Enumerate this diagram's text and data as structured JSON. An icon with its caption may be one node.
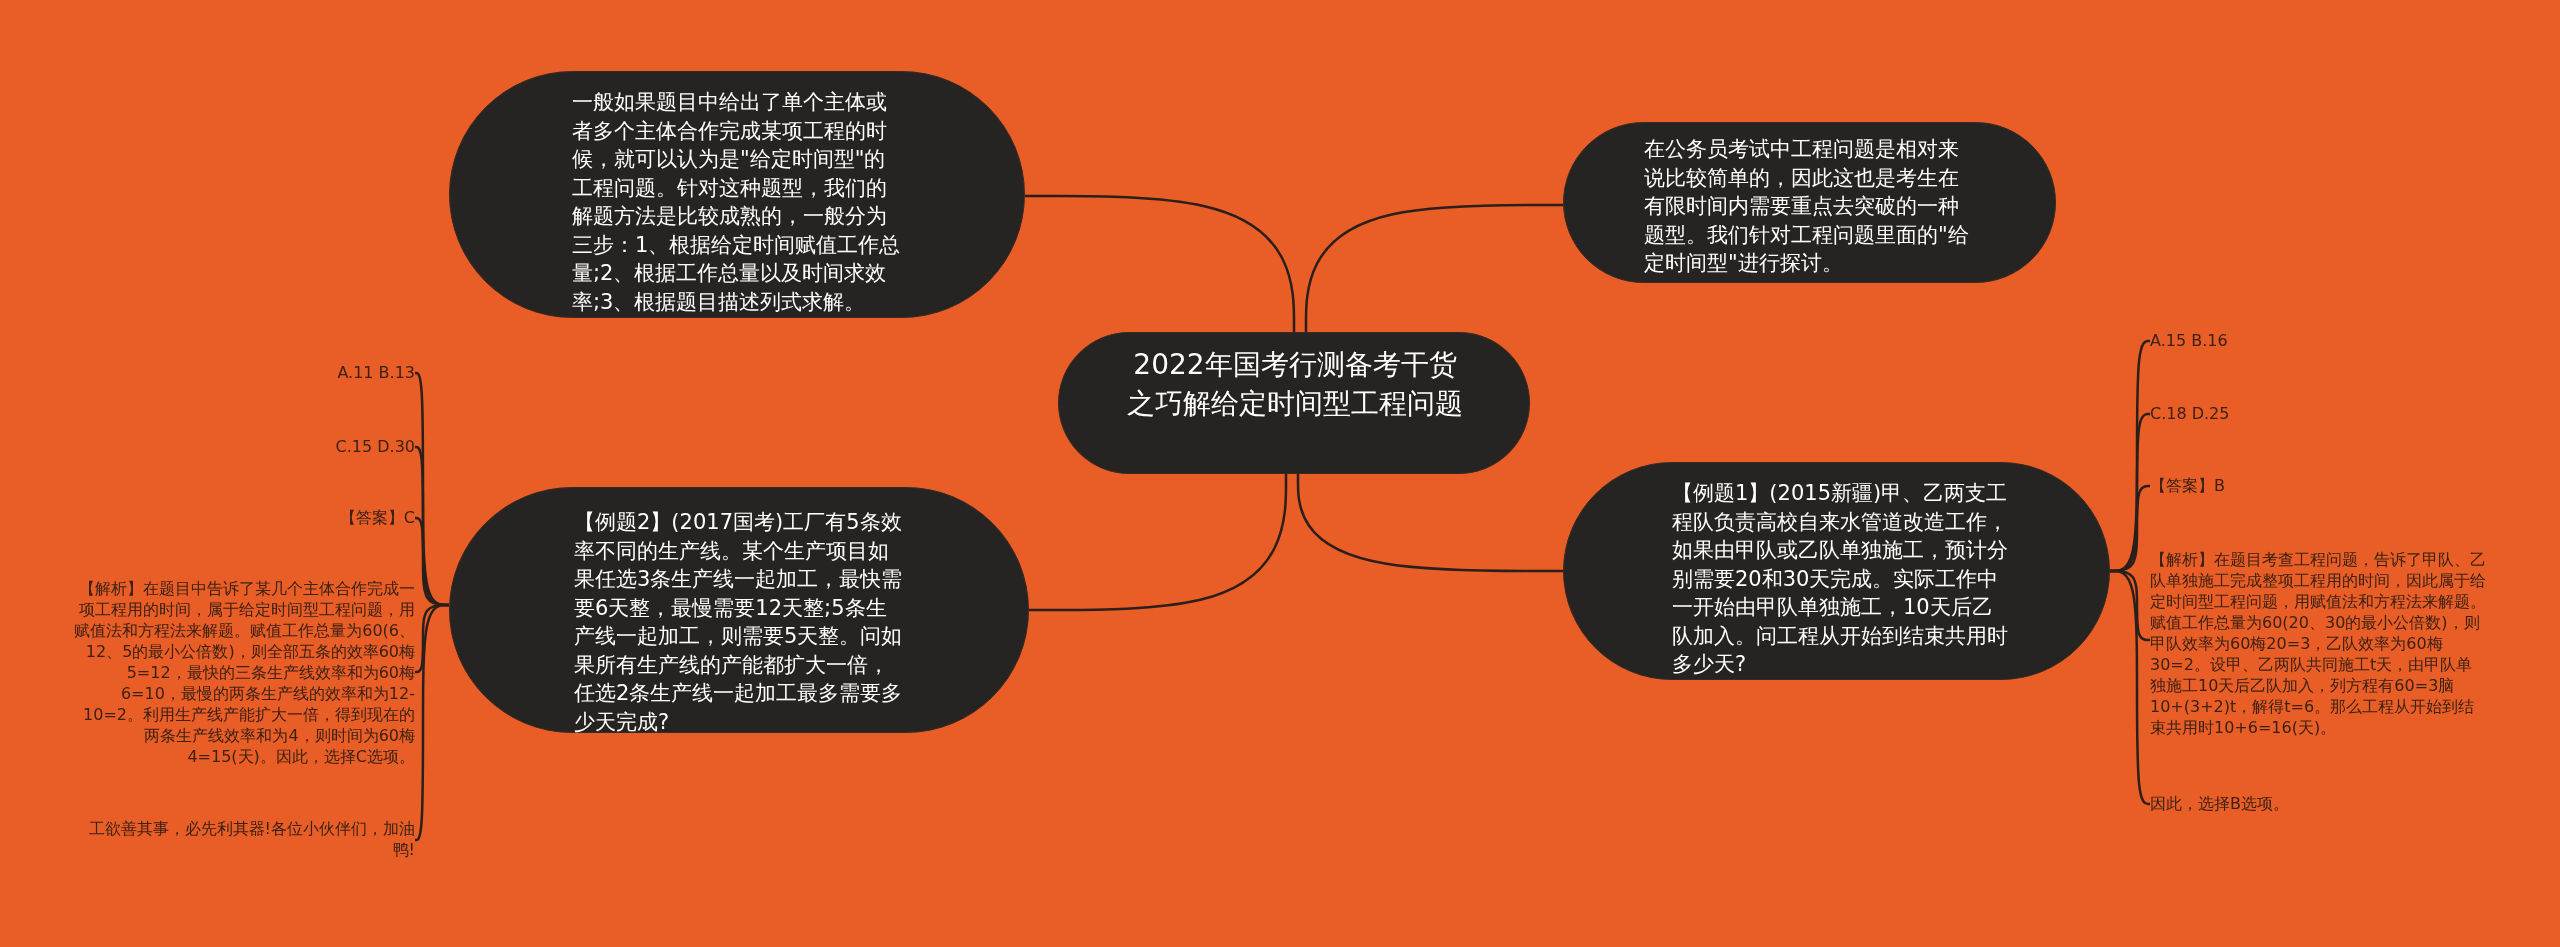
{
  "diagram": {
    "nodes": [
      {
        "text": [
          "2022年国考行测备考干货之巧解给定时间型工程问题"
        ]
      },
      {
        "text": [
          "一般如果题目中给出了单个主体或者多个主体合作完成某项工程的时候，就可以认为是\"给定时间型\"的工程问题。针对这种题型，我们的解题方法是比较成熟的，一般分为三步：1、根据给定时间赋值工作总量;2、根据工作总量以及时间求效率;3、根据题目描述列式求解。"
        ]
      },
      {
        "text": [
          "在公务员考试中工程问题是相对来说比较简单的，因此这也是考生在有限时间内需要重点去突破的一种题型。我们针对工程问题里面的\"给定时间型\"进行探讨。"
        ]
      },
      {
        "text": [
          "【例题2】(2017国考)工厂有5条效率不同的生产线。某个生产项目如果任选3条生产线一起加工，最快需要6天整，最慢需要12天整;5条生产线一起加工，则需要5天整。问如果所有生产线的产能都扩大一倍，任选2条生产线一起加工最多需要多少天完成?"
        ]
      },
      {
        "text": [
          "【例题1】(2015新疆)甲、乙两支工程队负责高校自来水管道改造工作，如果由甲队或乙队单独施工，预计分别需要20和30天完成。实际工作中一开始由甲队单独施工，10天后乙队加入。问工程从开始到结束共用时多少天?"
        ]
      },
      {
        "text": [
          "A.11 B.13"
        ]
      },
      {
        "text": [
          "C.15 D.30"
        ]
      },
      {
        "text": [
          "【答案】C"
        ]
      },
      {
        "text": [
          "【解析】在题目中告诉了某几个主体合作完成一项工程用的时间，属于给定时间型工程问题，用赋值法和方程法来解题。赋值工作总量为60(6、12、5的最小公倍数)，则全部五条的效率60梅5=12，最快的三条生产线效率和为60梅6=10，最慢的两条生产线的效率和为12-10=2。利用生产线产能扩大一倍，得到现在的两条生产线效率和为4，则时间为60梅4=15(天)。因此，选择C选项。"
        ]
      },
      {
        "text": [
          "工欲善其事，必先利其器!各位小伙伴们，加油鸭!"
        ]
      },
      {
        "text": [
          "A.15 B.16"
        ]
      },
      {
        "text": [
          "C.18 D.25"
        ]
      },
      {
        "text": [
          "【答案】B"
        ]
      },
      {
        "text": [
          "【解析】在题目考查工程问题，告诉了甲队、乙队单独施工完成整项工程用的时间，因此属于给定时间型工程问题，用赋值法和方程法来解题。赋值工作总量为60(20、30的最小公倍数)，则甲队效率为60梅20=3，乙队效率为60梅30=2。设甲、乙两队共同施工t天，由甲队单独施工10天后乙队加入，列方程有60=3脑10+(3+2)t，解得t=6。那么工程从开始到结束共用时10+6=16(天)。"
        ]
      },
      {
        "text": [
          "因此，选择B选项。"
        ]
      }
    ],
    "edges": [
      {
        "from": 0,
        "to": 1,
        "arrow": "none"
      },
      {
        "from": 0,
        "to": 2,
        "arrow": "none"
      },
      {
        "from": 0,
        "to": 3,
        "arrow": "none"
      },
      {
        "from": 0,
        "to": 4,
        "arrow": "none"
      },
      {
        "from": 3,
        "to": 5,
        "arrow": "none"
      },
      {
        "from": 3,
        "to": 6,
        "arrow": "none"
      },
      {
        "from": 3,
        "to": 7,
        "arrow": "none"
      },
      {
        "from": 3,
        "to": 8,
        "arrow": "none"
      },
      {
        "from": 3,
        "to": 9,
        "arrow": "none"
      },
      {
        "from": 4,
        "to": 10,
        "arrow": "none"
      },
      {
        "from": 4,
        "to": 11,
        "arrow": "none"
      },
      {
        "from": 4,
        "to": 12,
        "arrow": "none"
      },
      {
        "from": 4,
        "to": 13,
        "arrow": "none"
      },
      {
        "from": 4,
        "to": 14,
        "arrow": "none"
      }
    ]
  }
}
